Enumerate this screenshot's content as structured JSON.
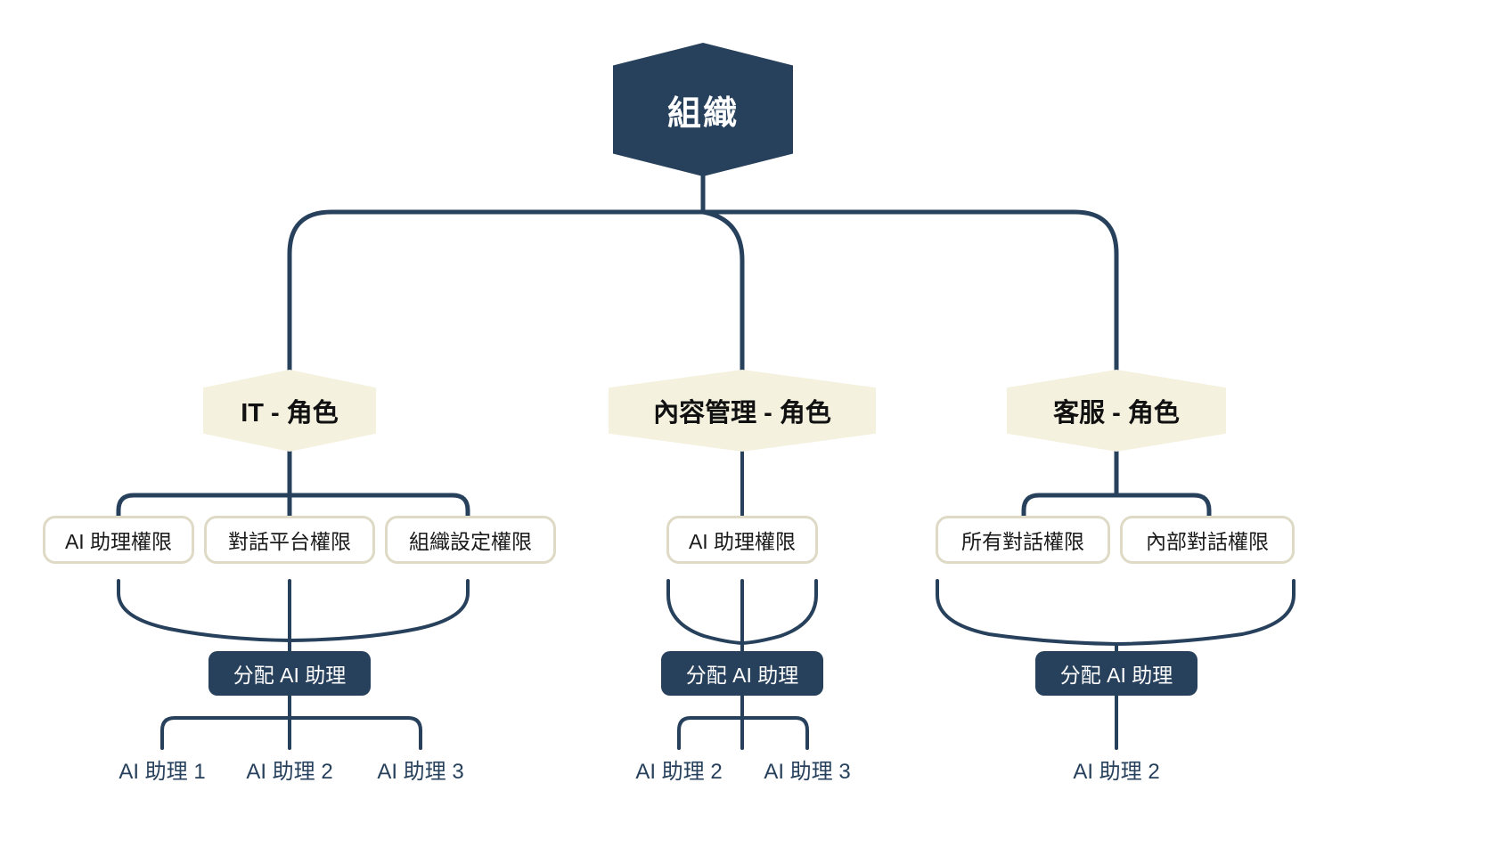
{
  "diagram": {
    "type": "organization-permission-tree",
    "colors": {
      "root_fill": "#27405C",
      "root_text": "#FFFFFF",
      "role_fill": "#F4F1DF",
      "role_text": "#111111",
      "permission_border": "#DEDAC6",
      "permission_fill": "#FFFFFF",
      "permission_text": "#1A1A1A",
      "assign_fill": "#27405C",
      "assign_text": "#FFFFFF",
      "leaf_text": "#27405C",
      "edge_stroke": "#27405C",
      "background": "#FFFFFF"
    },
    "root": {
      "label": "組織"
    },
    "branches": [
      {
        "role": "IT - 角色",
        "permissions": [
          "AI 助理權限",
          "對話平台權限",
          "組織設定權限"
        ],
        "assign": "分配 AI 助理",
        "assistants": [
          "AI 助理 1",
          "AI 助理 2",
          "AI 助理 3"
        ]
      },
      {
        "role": "內容管理 - 角色",
        "permissions": [
          "AI 助理權限"
        ],
        "assign": "分配 AI 助理",
        "assistants": [
          "AI 助理 2",
          "AI 助理 3"
        ]
      },
      {
        "role": "客服 - 角色",
        "permissions": [
          "所有對話權限",
          "內部對話權限"
        ],
        "assign": "分配 AI 助理",
        "assistants": [
          "AI 助理 2"
        ]
      }
    ]
  }
}
